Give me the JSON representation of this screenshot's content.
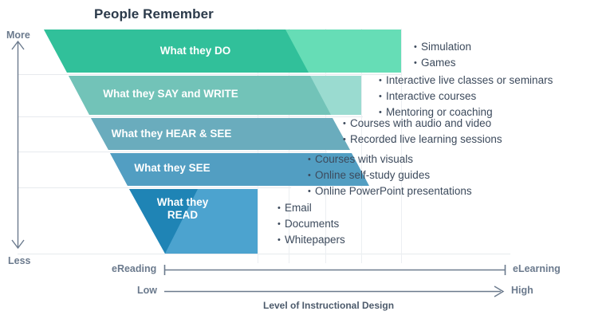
{
  "title": "People Remember",
  "colors": {
    "band1_dark": "#31c09a",
    "band1_light": "#66ddb6",
    "band2_dark": "#72c3b8",
    "band2_light": "#9adbd0",
    "band3_dark": "#6aacbd",
    "band3_light": "#93c9d6",
    "band4_dark": "#529ec2",
    "band4_light": "#7fbcd6",
    "band5_dark": "#1f84b5",
    "band5_light": "#4ca3cf",
    "title": "#2b3a4a",
    "axis": "#6b7a8d",
    "grid": "#e7eaee",
    "bullet_text": "#3c4a5c"
  },
  "funnel": {
    "bands": [
      {
        "id": "do",
        "label": "What they DO",
        "bullets": [
          "Simulation",
          "Games"
        ]
      },
      {
        "id": "say-write",
        "label": "What they SAY and WRITE",
        "bullets": [
          "Interactive live classes or seminars",
          "Interactive courses",
          "Mentoring or coaching"
        ]
      },
      {
        "id": "hear-see",
        "label": "What they HEAR & SEE",
        "bullets": [
          "Courses with audio and video",
          "Recorded live learning sessions"
        ]
      },
      {
        "id": "see",
        "label": "What they SEE",
        "bullets": [
          "Courses with visuals",
          "Online self-study guides",
          "Online PowerPoint presentations"
        ]
      },
      {
        "id": "read",
        "label": "What they\nREAD",
        "bullets": [
          "Email",
          "Documents",
          "Whitepapers"
        ]
      }
    ]
  },
  "axes": {
    "vertical": {
      "top_label": "More",
      "bottom_label": "Less"
    },
    "delivery": {
      "left_label": "eReading",
      "right_label": "eLearning"
    },
    "design": {
      "left_label": "Low",
      "right_label": "High",
      "caption": "Level of Instructional Design"
    }
  }
}
